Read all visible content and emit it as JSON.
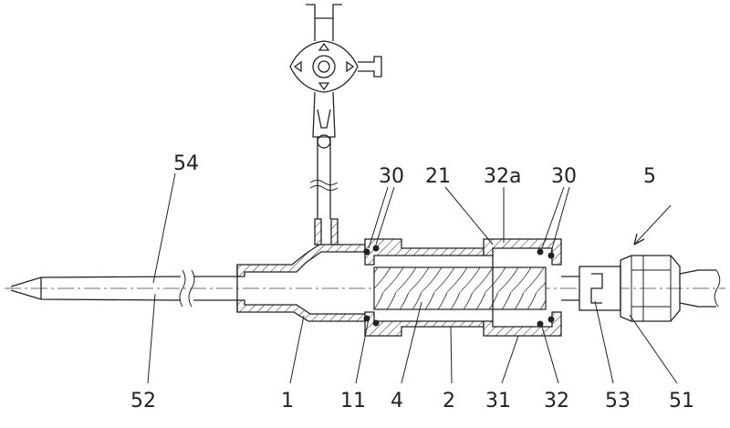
{
  "figure": {
    "labels": {
      "l54": "54",
      "l30a": "30",
      "l21": "21",
      "l32a": "32a",
      "l30b": "30",
      "l5": "5",
      "l52": "52",
      "l1": "1",
      "l11": "11",
      "l4": "4",
      "l2": "2",
      "l31": "31",
      "l32": "32",
      "l53": "53",
      "l51": "51"
    }
  }
}
